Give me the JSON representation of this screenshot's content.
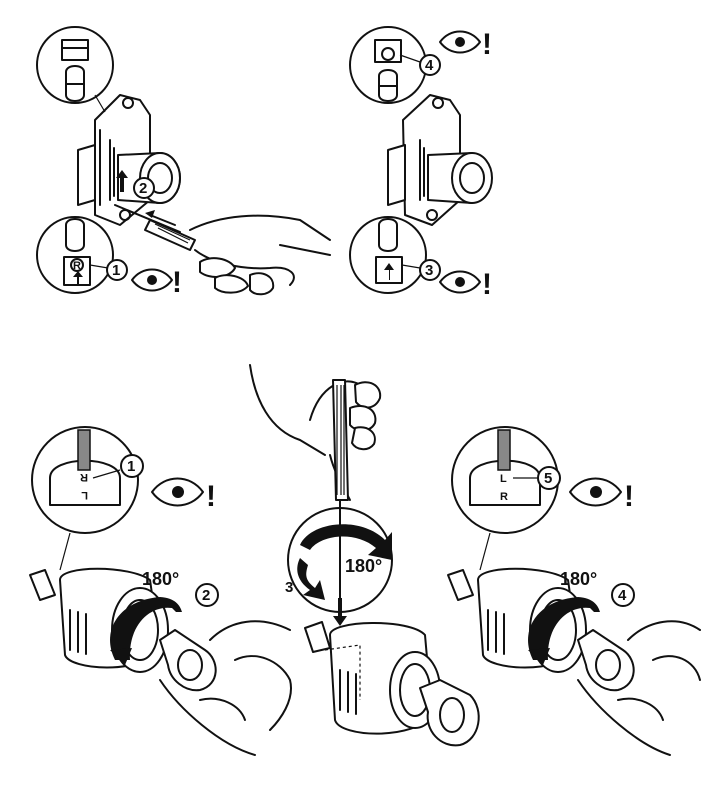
{
  "steps": {
    "s1": "1",
    "s2": "2",
    "s3": "3",
    "s4": "4",
    "s5": "5"
  },
  "bottom_steps": {
    "b1": "1",
    "b2": "2",
    "b3": "3",
    "b4": "4",
    "b5": "5"
  },
  "labels": {
    "deg_left": "180°",
    "deg_center": "180°",
    "deg_right": "180°",
    "r_letter_top": "R",
    "r_letter_left": "R",
    "l_letter_left": "L",
    "r_letter_right": "R",
    "l_letter_right": "L"
  },
  "attention": "!",
  "icons": [
    "eye-icon",
    "arrow-up-icon",
    "rotate-arrow-icon",
    "screwdriver",
    "hand",
    "key",
    "lock-cylinder"
  ]
}
